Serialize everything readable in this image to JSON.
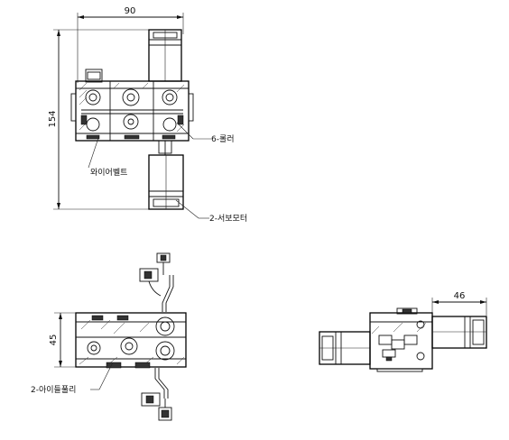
{
  "dimensions": {
    "top_width": "90",
    "top_height": "154",
    "front_height": "45",
    "side_width": "46"
  },
  "callouts": {
    "roller": "6-롤러",
    "wire_belt": "와이어벨트",
    "servo_motor": "2-서보모터",
    "idler_pulley": "2-아이들풀리"
  }
}
